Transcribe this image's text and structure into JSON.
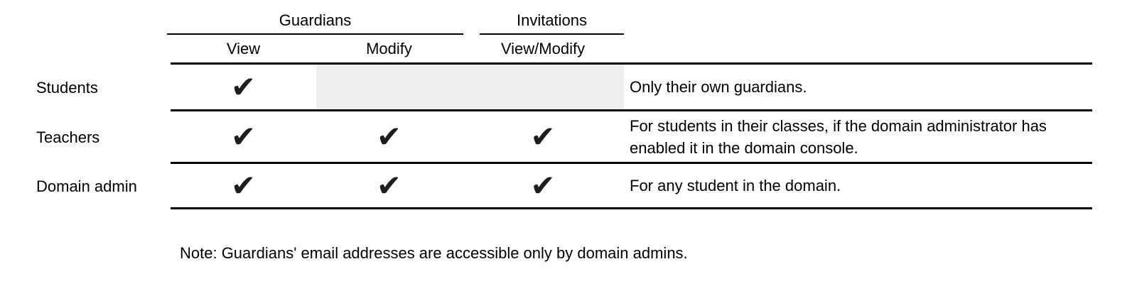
{
  "header": {
    "groups": [
      {
        "label": "Guardians"
      },
      {
        "label": "Invitations"
      }
    ],
    "columns": [
      "View",
      "Modify",
      "View/Modify"
    ]
  },
  "rows": [
    {
      "role": "Students",
      "cells": [
        "✔",
        "",
        ""
      ],
      "note": "Only their own guardians."
    },
    {
      "role": "Teachers",
      "cells": [
        "✔",
        "✔",
        "✔"
      ],
      "note": "For students in their classes, if the domain administrator has enabled it in the domain console."
    },
    {
      "role": "Domain admin",
      "cells": [
        "✔",
        "✔",
        "✔"
      ],
      "note": "For any student in the domain."
    }
  ],
  "footnote": "Note: Guardians' email addresses are accessible only by domain admins.",
  "colors": {
    "text": "#000000",
    "line": "#000000",
    "checkmark": "#1d1d1d",
    "disabled_cell_bg": "#eeeeee",
    "background": "#ffffff"
  }
}
